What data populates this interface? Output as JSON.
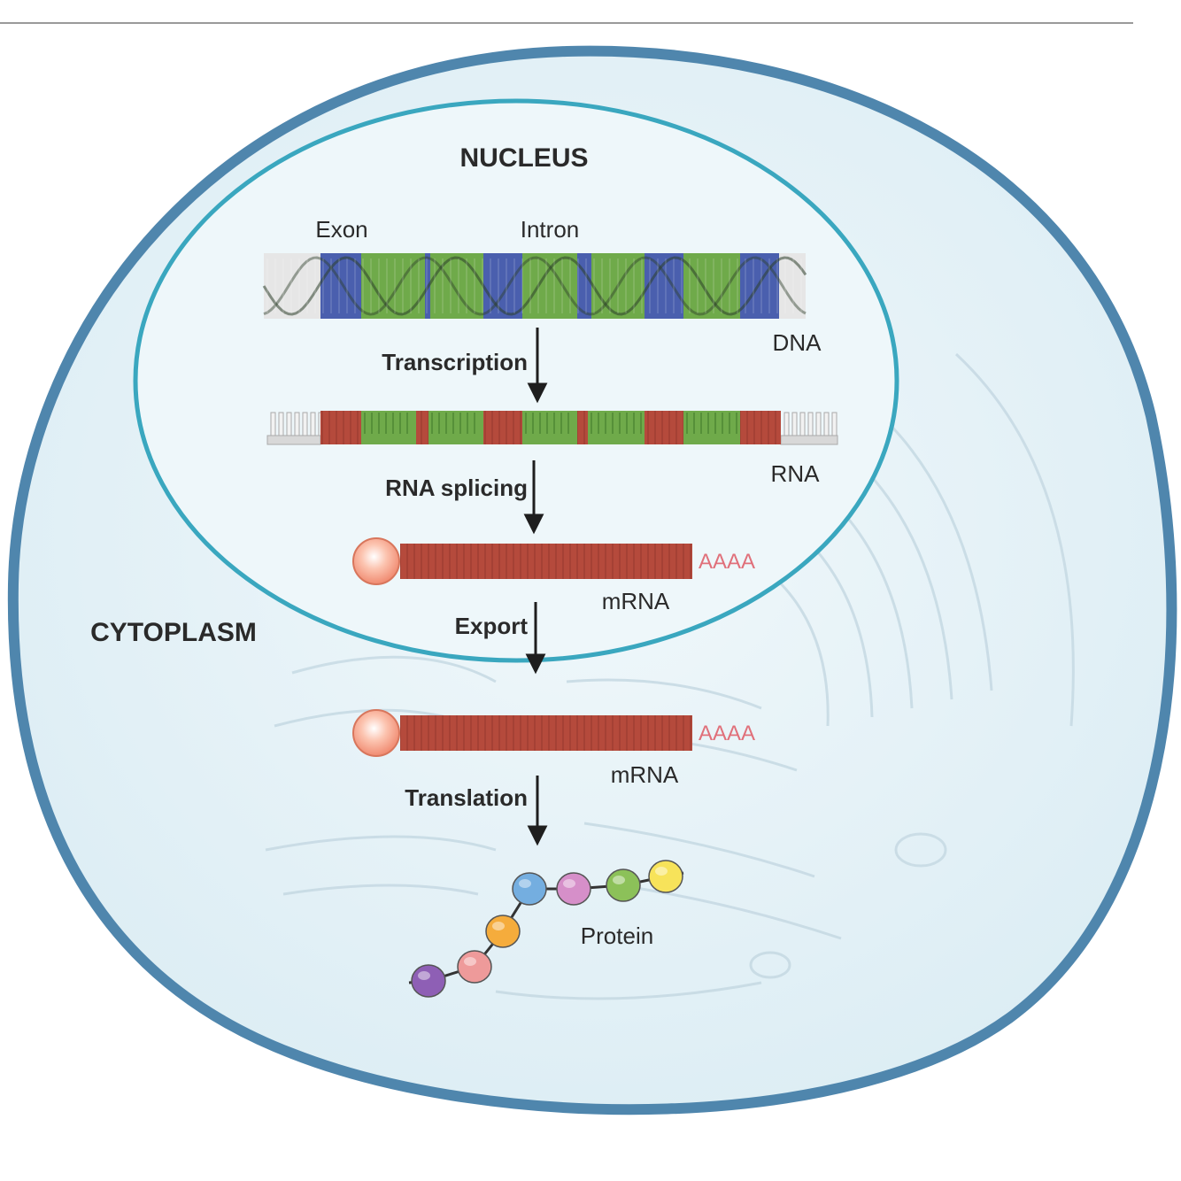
{
  "labels": {
    "nucleus": "NUCLEUS",
    "cytoplasm": "CYTOPLASM",
    "exon": "Exon",
    "intron": "Intron",
    "dna": "DNA",
    "rna": "RNA",
    "mrna": "mRNA",
    "mrna_cyto": "mRNA",
    "poly_a": "AAAA",
    "poly_a_cyto": "AAAA",
    "protein": "Protein"
  },
  "steps": {
    "transcription": "Transcription",
    "splicing": "RNA splicing",
    "export": "Export",
    "translation": "Translation"
  },
  "colors": {
    "cell_membrane": "#4f86ad",
    "nucleus_membrane": "#3aa7bf",
    "exon": "#4a5fae",
    "intron": "#6faa4a",
    "rna_exon": "#b54a3c",
    "rna_intron": "#6faa4a",
    "mrna": "#b54a3c",
    "cap": "#f6a28c",
    "poly_a": "#e0707a",
    "protein_beads": [
      "#8e5fb5",
      "#ee9a9a",
      "#f5ac3c",
      "#74aee0",
      "#d68fc9",
      "#8cc159",
      "#f7e35a"
    ]
  }
}
